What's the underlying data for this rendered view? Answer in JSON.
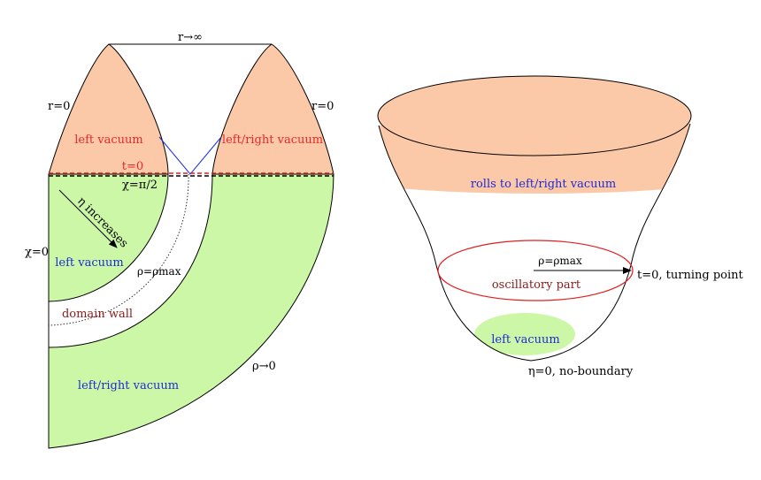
{
  "colors": {
    "orange_fill": "#fbc9a8",
    "green_fill": "#ccf7a6",
    "red_label": "#e8282a",
    "blue_label": "#1e2bd6",
    "brown_label": "#8b1a1a",
    "red_line": "#e02020",
    "blue_line": "#1a2be0",
    "outline": "#000000"
  },
  "left_diagram": {
    "r_infinity": "r→∞",
    "r_zero_left": "r=0",
    "r_zero_right": "r=0",
    "left_vacuum_top": "left vacuum",
    "left_right_vacuum_top": "left/right vacuum",
    "t_zero": "t=0",
    "chi_half_pi": "χ=π/2",
    "eta_increases": "η increases",
    "chi_zero": "χ=0",
    "left_vacuum_bottom": "left vacuum",
    "rho_rho_max": "ρ=ρmax",
    "domain_wall": "domain wall",
    "left_right_vacuum_bottom": "left/right vacuum",
    "rho_to_zero": "ρ→0"
  },
  "right_diagram": {
    "rolls_to": "rolls to left/right vacuum",
    "rho_rho_max": "ρ=ρmax",
    "oscillatory": "oscillatory part",
    "turning_point": "t=0, turning point",
    "left_vacuum": "left vacuum",
    "no_boundary": "η=0, no-boundary"
  }
}
